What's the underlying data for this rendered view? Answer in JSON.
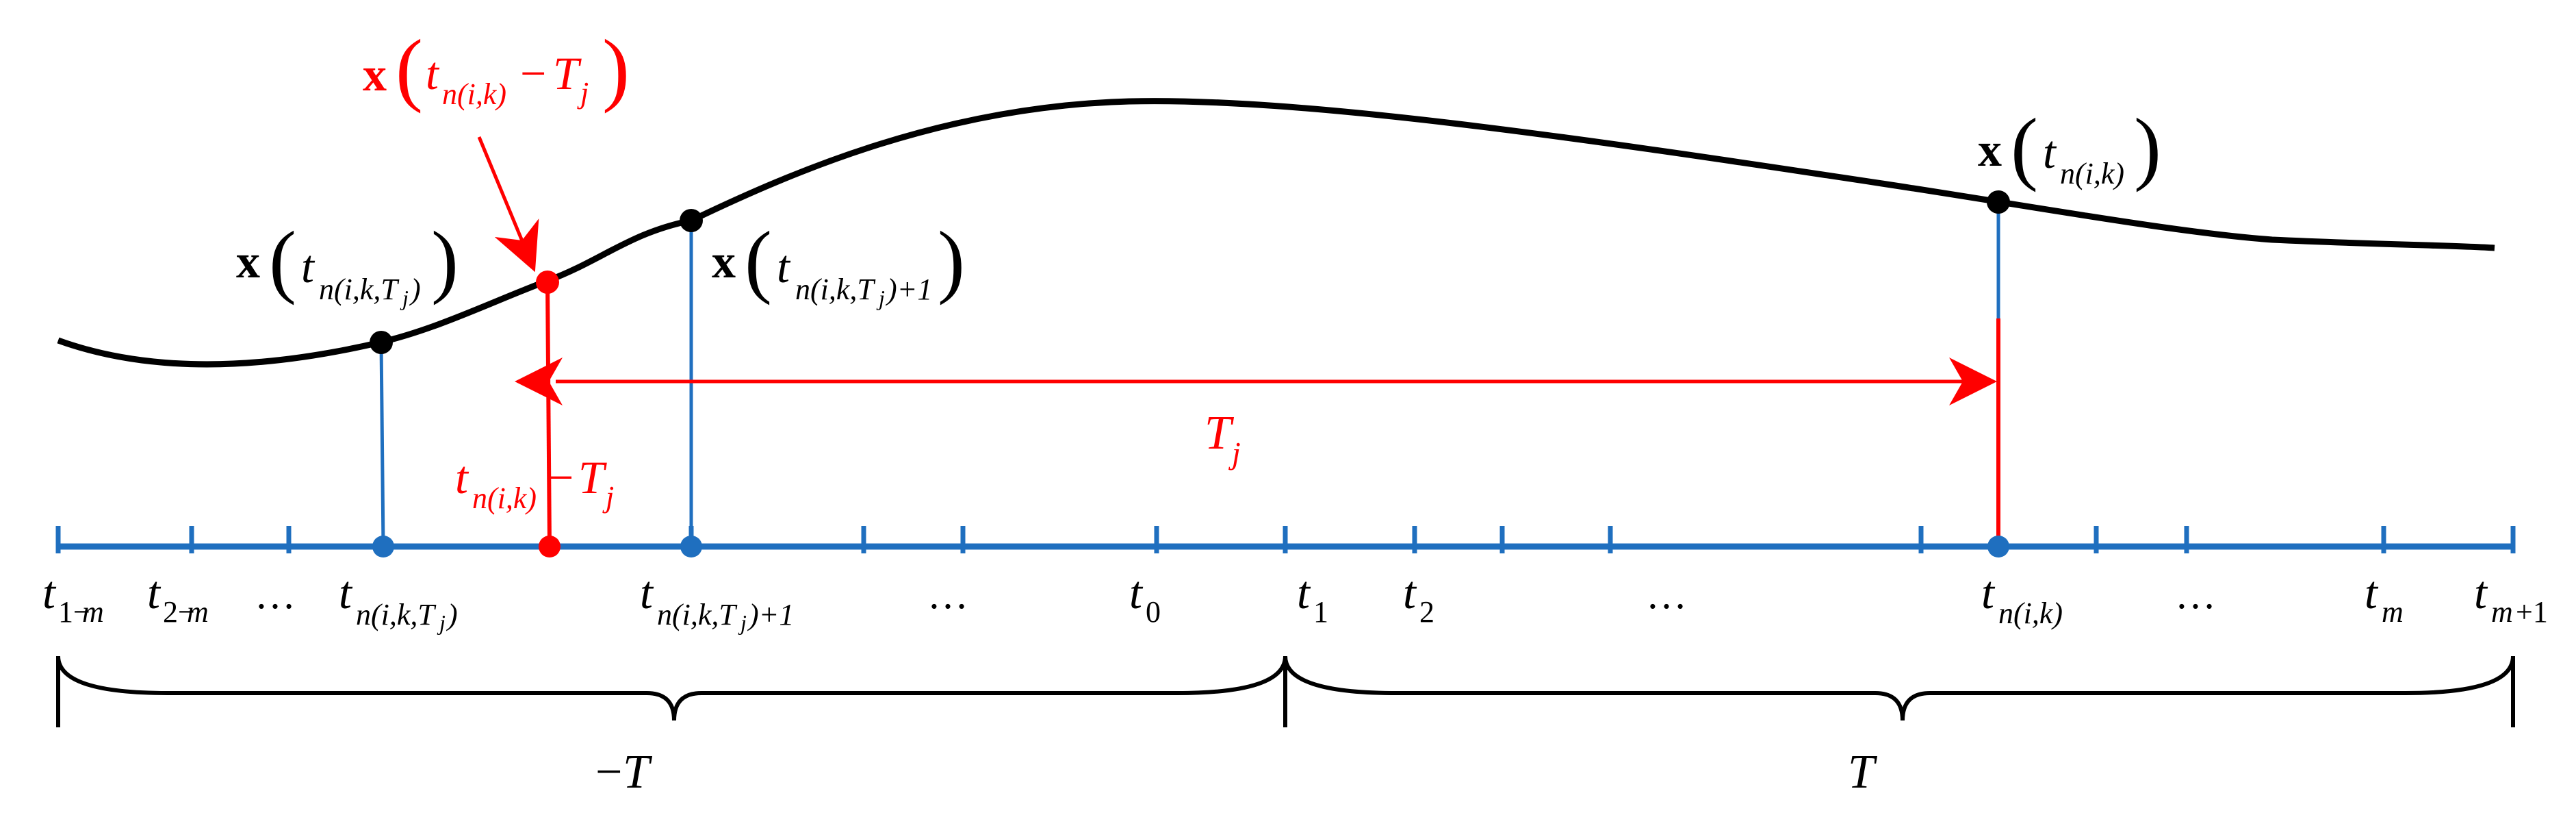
{
  "colors": {
    "curve": "#000000",
    "axis": "#1f6fbf",
    "highlight": "#ff0000",
    "black_point": "#000000"
  },
  "labels": {
    "x_tn_minus_Tj": "x(t n(i,k) − T j)",
    "x_tn_ikTj": "x(t n(i,k,T j))",
    "x_tn_ikTj_plus1": "x(t n(i,k,T j)+1)",
    "x_tn_ik": "x(t n(i,k))",
    "interval_Tj": "T j",
    "t_minus_Tj": "t n(i,k) − T j",
    "brace_left": "−T",
    "brace_right": "T"
  },
  "axis_ticks": [
    "t 1−m",
    "t 2−m",
    "…",
    "t n(i,k,T j)",
    "t n(i,k,T j)+1",
    "…",
    "t 0",
    "t 1",
    "t 2",
    "…",
    "t n(i,k)",
    "…",
    "t m",
    "t m+1"
  ]
}
